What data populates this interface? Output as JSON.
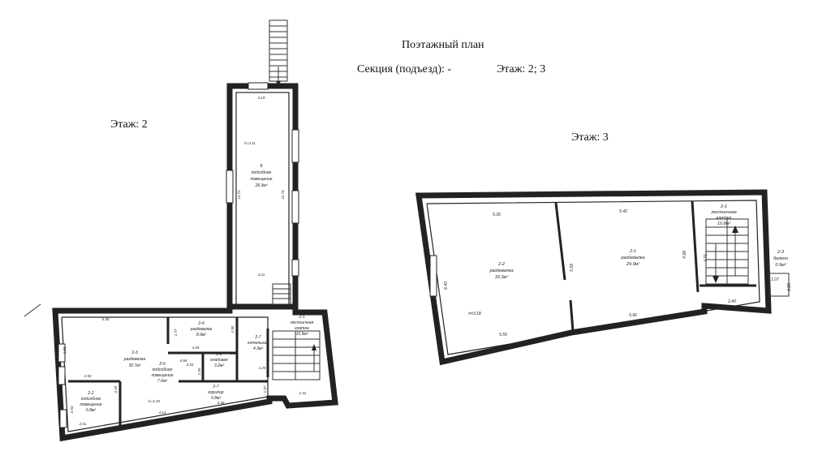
{
  "header": {
    "title": "Поэтажный план",
    "section_text": "Секция (подъезд): -",
    "floors_text": "Этаж: 2; 3"
  },
  "floor2": {
    "label": "Этаж: 2",
    "rooms": {
      "room_8": {
        "number": "8",
        "name1": "подсобное",
        "name2": "помещение",
        "area": "26.3м²"
      },
      "room_2_1": {
        "number": "2-1",
        "name1": "лестничная",
        "name2": "клетка",
        "area": "10.9м²"
      },
      "room_2_2": {
        "number": "2-2",
        "name1": "подсобное",
        "name2": "помещение",
        "area": "6.8м²"
      },
      "room_2_3": {
        "number": "2-3",
        "name1": "раздевалка",
        "area": "30.7м²"
      },
      "room_2_4": {
        "number": "2-4",
        "name1": "раздевалка",
        "area": "8.9м²"
      },
      "room_2_5": {
        "number": "2-5",
        "name1": "подсобное",
        "name2": "помещение",
        "area": "7.6м²"
      },
      "room_2_6": {
        "number": "2-6",
        "name1": "кладовая",
        "area": "3.2м²"
      },
      "room_2_7a": {
        "number": "2-7",
        "name1": "коридор",
        "area": "5.8м²"
      },
      "room_2_7b": {
        "number": "2-7",
        "name1": "котельная",
        "area": "4.3м²"
      }
    },
    "dims": {
      "d_319": "3.19",
      "d_h311": "h=3.11",
      "d_1172": "11.72",
      "d_1174": "11.74",
      "d_311": "3.11",
      "d_530": "5.30",
      "d_177": "1.77",
      "d_409": "4.09",
      "d_094": "0.94",
      "d_190": "1.90",
      "d_090": "0.90",
      "d_183": "1.83",
      "d_250": "2.50",
      "d_255": "2.55",
      "d_253": "2.53",
      "d_h319": "h=3.19",
      "d_414": "4.14",
      "d_436": "4.36",
      "d_241": "2.41",
      "d_125": "1.25",
      "d_353": "3.53",
      "d_135": "1.35",
      "d_137": "1.37",
      "d_251": "2.51"
    }
  },
  "floor3": {
    "label": "Этаж: 3",
    "rooms": {
      "room_2_2": {
        "number": "2-2",
        "name1": "раздевалка",
        "area": "33.3м²"
      },
      "room_2_1": {
        "number": "2-1",
        "name1": "раздевалка",
        "area": "29.9м²"
      },
      "room_2_1s": {
        "number": "2-1",
        "name1": "лестничная",
        "name2": "клетка",
        "area": "10.8м²"
      },
      "room_2_3": {
        "number": "2-3",
        "name1": "балкон",
        "area": "0.9м²"
      }
    },
    "dims": {
      "d_536": "5.36",
      "d_542": "5.42",
      "d_640": "6.40",
      "d_559": "5.59",
      "d_498": "4.98",
      "d_h318": "h=3.18",
      "d_555": "5.55",
      "d_596": "5.96",
      "d_240": "2.40",
      "d_107": "1.07",
      "d_088": "0.88",
      "d_471": "4.71"
    }
  }
}
